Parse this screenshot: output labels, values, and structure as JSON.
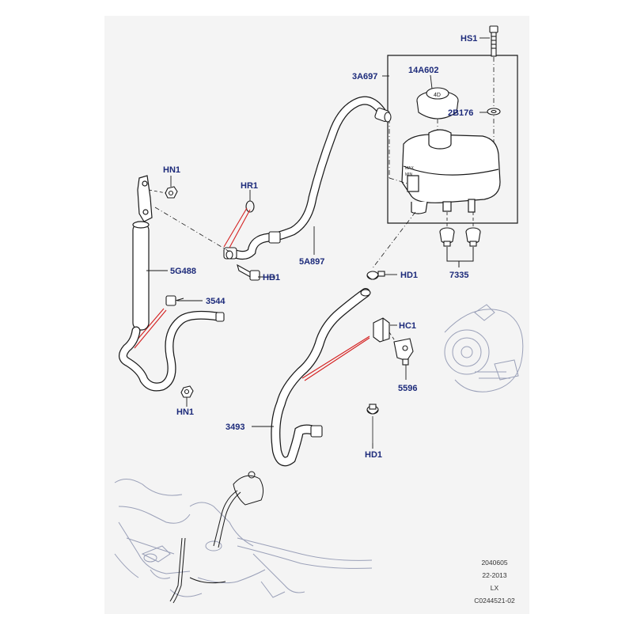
{
  "callouts": {
    "hs1": "HS1",
    "a14a602": "14A602",
    "a3a697": "3A697",
    "b2b176": "2B176",
    "hn1_top": "HN1",
    "hr1": "HR1",
    "a5a897": "5A897",
    "g5g488": "5G488",
    "hb1": "HB1",
    "hd1_top": "HD1",
    "c7335": "7335",
    "c3544": "3544",
    "hc1": "HC1",
    "c5596": "5596",
    "hn1_bottom": "HN1",
    "c3493": "3493",
    "hd1_bottom": "HD1"
  },
  "reference": {
    "line1": "2040605",
    "line2": "22-2013",
    "line3": "LX",
    "line4": "C0244521-02"
  },
  "colors": {
    "background_panel": "#f4f4f4",
    "callout_text": "#1c2a7a",
    "part_stroke": "#1a1a1a",
    "highlight_leader": "#d42020",
    "context_drawing": "#9aa0b8"
  }
}
